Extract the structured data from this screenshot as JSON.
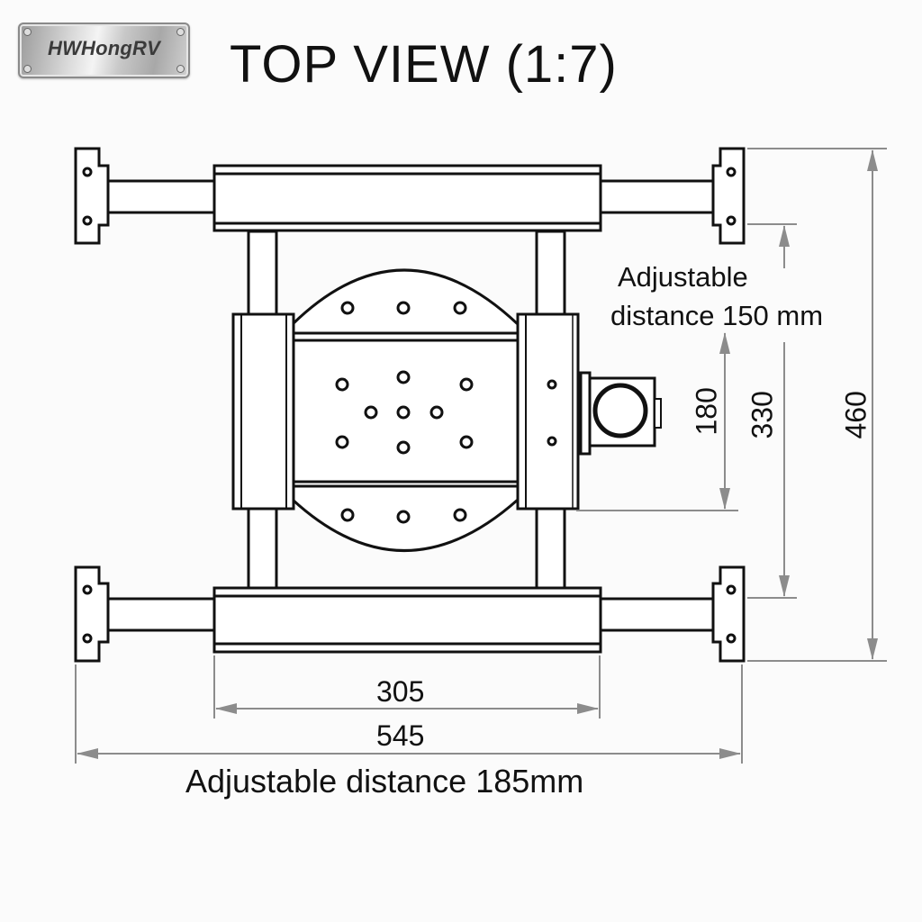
{
  "logo": {
    "text": "HWHongRV"
  },
  "title": "TOP VIEW (1:7)",
  "annotations": {
    "adjustable_right_line1": "Adjustable",
    "adjustable_right_line2": "distance 150 mm",
    "adjustable_bottom": "Adjustable distance 185mm"
  },
  "dimensions": {
    "inner_width": "305",
    "outer_width": "545",
    "plate_height": "180",
    "inner_height": "330",
    "outer_height": "460"
  },
  "colors": {
    "line": "#111111",
    "dimension_line": "#8c8c8c",
    "background": "#fbfbfb"
  }
}
